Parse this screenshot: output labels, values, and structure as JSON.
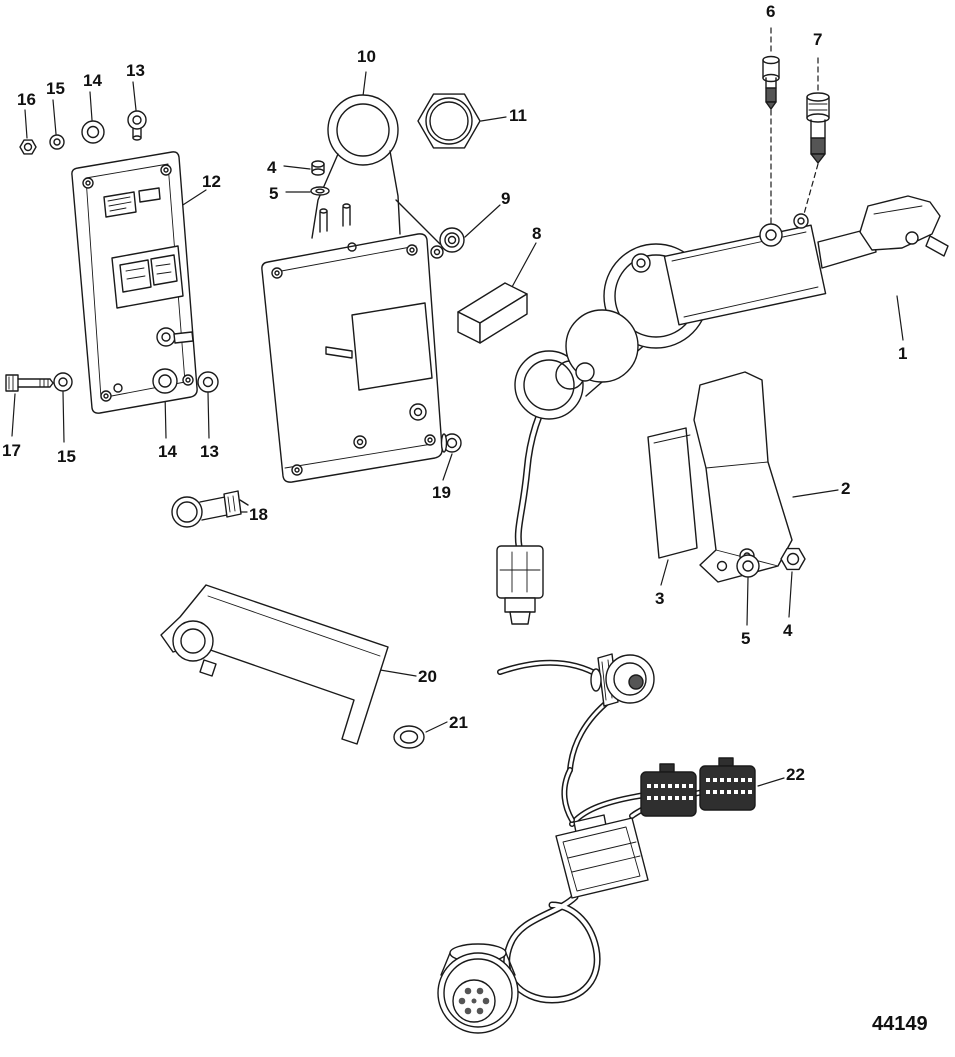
{
  "figure": {
    "id_label": "44149",
    "background": "#ffffff",
    "ink": "#1a1a1a"
  },
  "callouts": [
    {
      "label": "6"
    },
    {
      "label": "7"
    },
    {
      "label": "10"
    },
    {
      "label": "13"
    },
    {
      "label": "14"
    },
    {
      "label": "15"
    },
    {
      "label": "16"
    },
    {
      "label": "11"
    },
    {
      "label": "4"
    },
    {
      "label": "12"
    },
    {
      "label": "5"
    },
    {
      "label": "9"
    },
    {
      "label": "8"
    },
    {
      "label": "1"
    },
    {
      "label": "17"
    },
    {
      "label": "15"
    },
    {
      "label": "14"
    },
    {
      "label": "13"
    },
    {
      "label": "19"
    },
    {
      "label": "18"
    },
    {
      "label": "2"
    },
    {
      "label": "3"
    },
    {
      "label": "5"
    },
    {
      "label": "4"
    },
    {
      "label": "20"
    },
    {
      "label": "21"
    },
    {
      "label": "22"
    }
  ]
}
